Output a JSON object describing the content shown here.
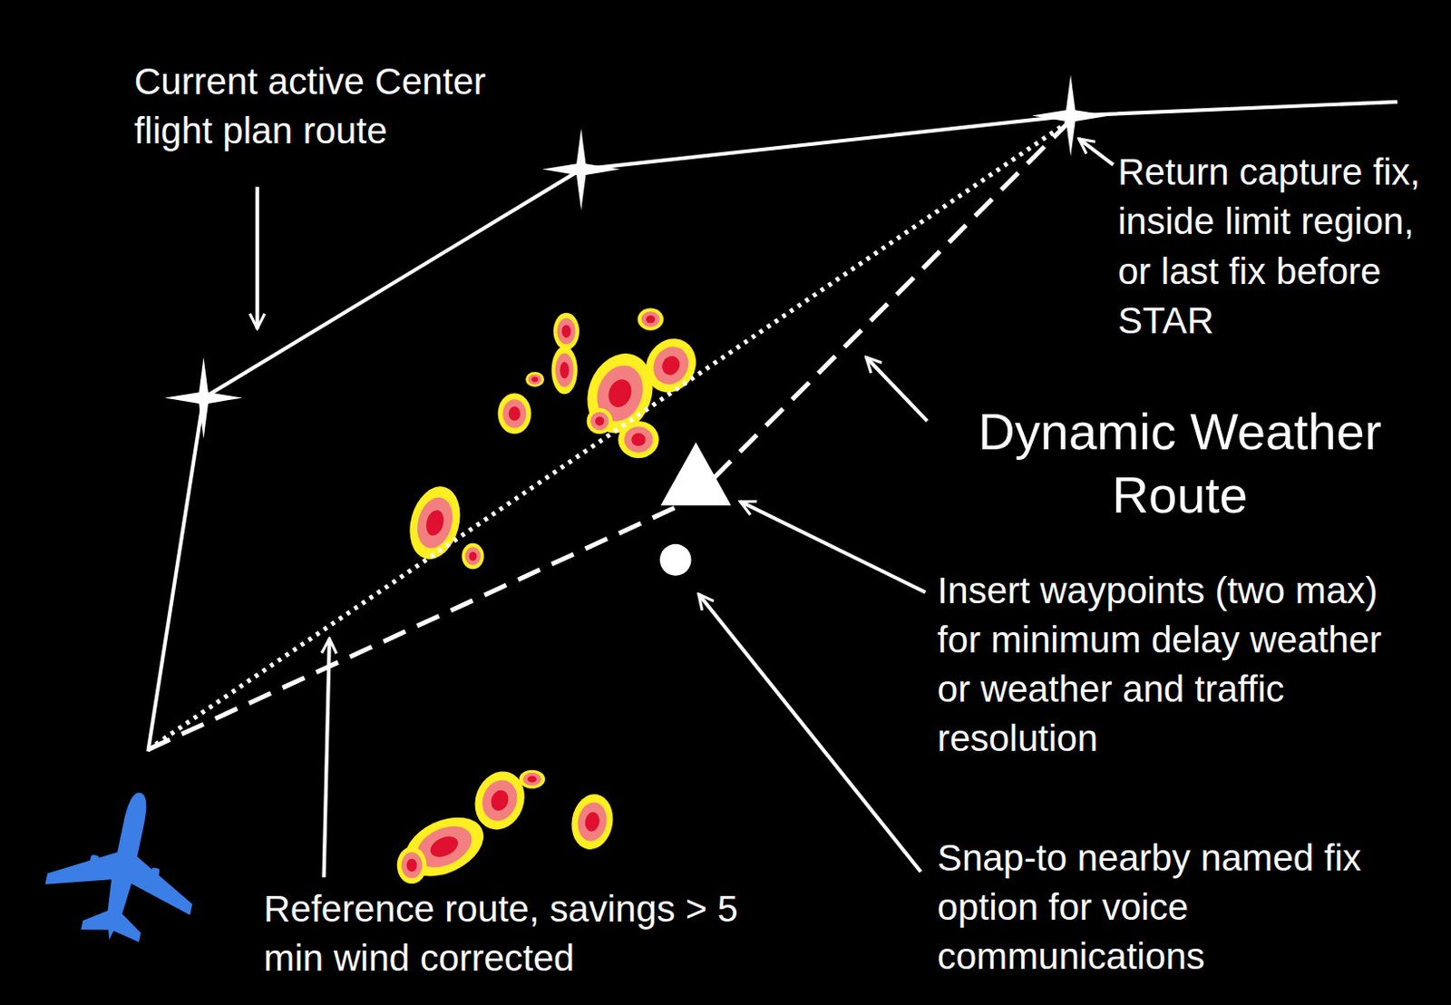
{
  "diagram": {
    "labels": [
      "Current active Center flight plan route",
      "Return capture fix, inside limit region, or last fix before STAR",
      "Dynamic Weather Route",
      "Insert waypoints (two max) for minimum delay weather or weather and traffic resolution",
      "Reference route, savings > 5 min wind corrected",
      "Snap-to nearby named fix option for voice communications"
    ]
  }
}
